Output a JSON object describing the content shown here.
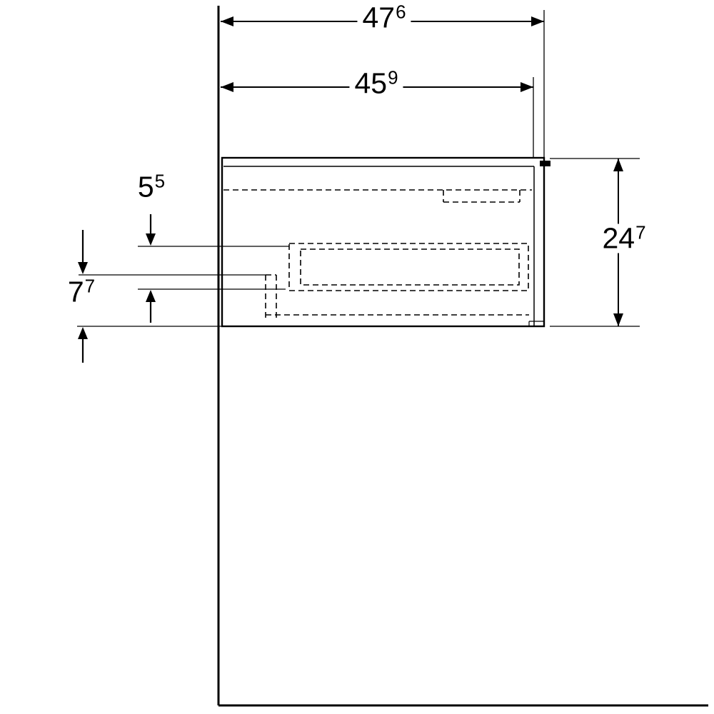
{
  "drawing": {
    "type": "technical-dimension-drawing",
    "background_color": "#ffffff",
    "line_color": "#000000",
    "dimensions": {
      "total_depth": {
        "value": "47",
        "sup": "6"
      },
      "cabinet_depth": {
        "value": "45",
        "sup": "9"
      },
      "cabinet_height": {
        "value": "24",
        "sup": "7"
      },
      "top_clearance": {
        "value": "5",
        "sup": "5"
      },
      "bottom_clearance": {
        "value": "7",
        "sup": "7"
      }
    }
  }
}
